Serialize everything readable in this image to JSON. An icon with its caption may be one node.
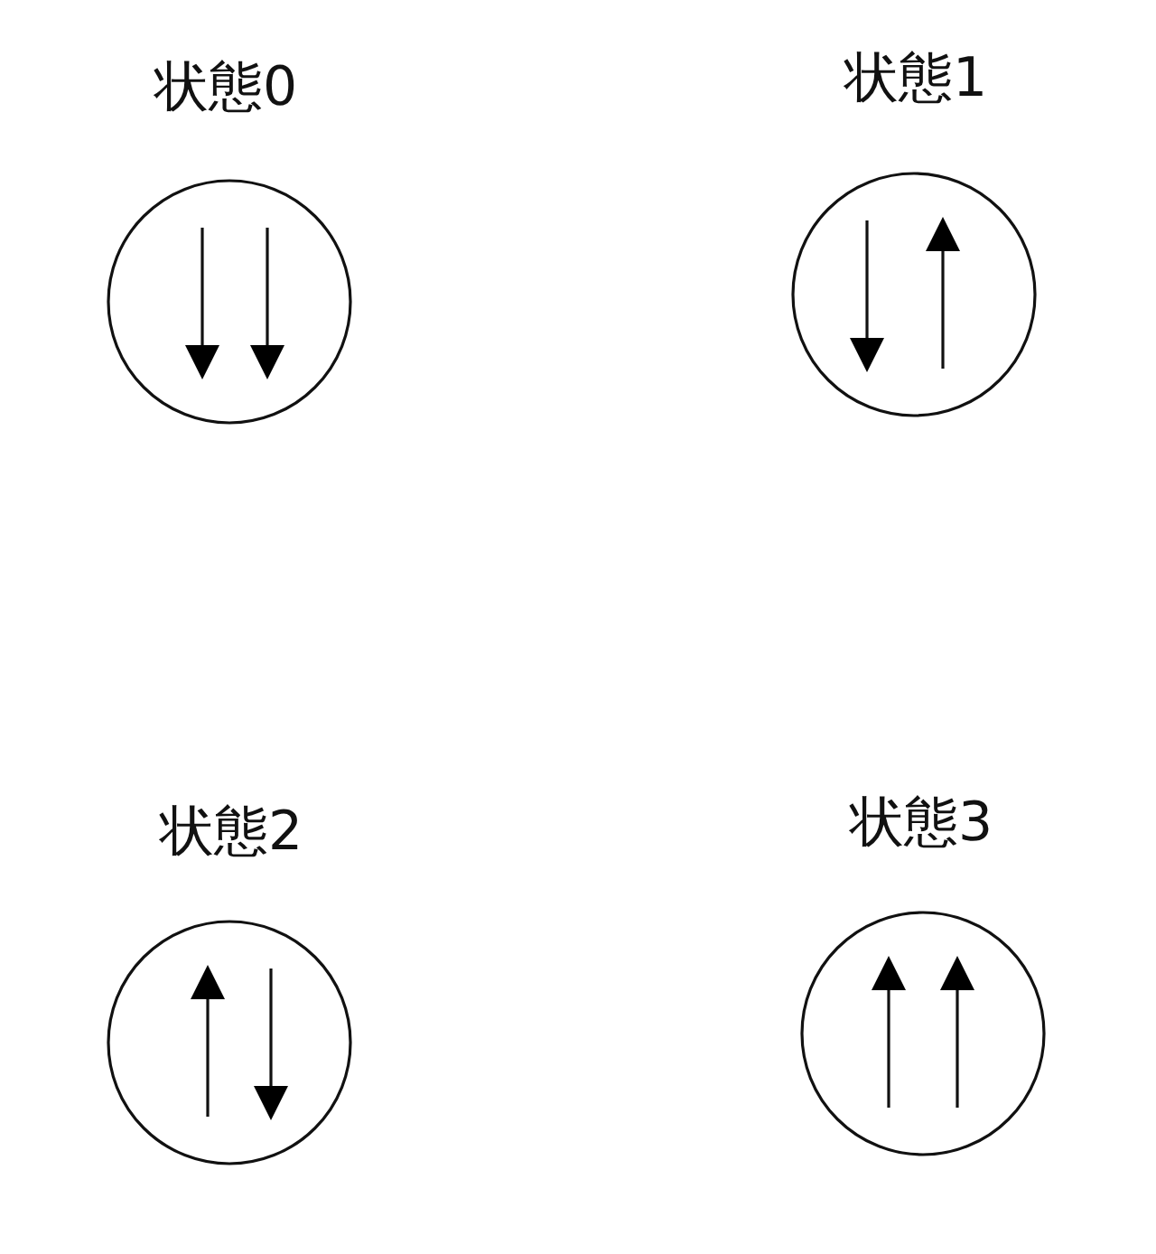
{
  "diagram": {
    "nodes": [
      {
        "text": [
          "状態0"
        ]
      },
      {
        "text": [
          "状態1"
        ]
      },
      {
        "text": [
          "状態2"
        ]
      },
      {
        "text": [
          "状態3"
        ]
      }
    ]
  }
}
